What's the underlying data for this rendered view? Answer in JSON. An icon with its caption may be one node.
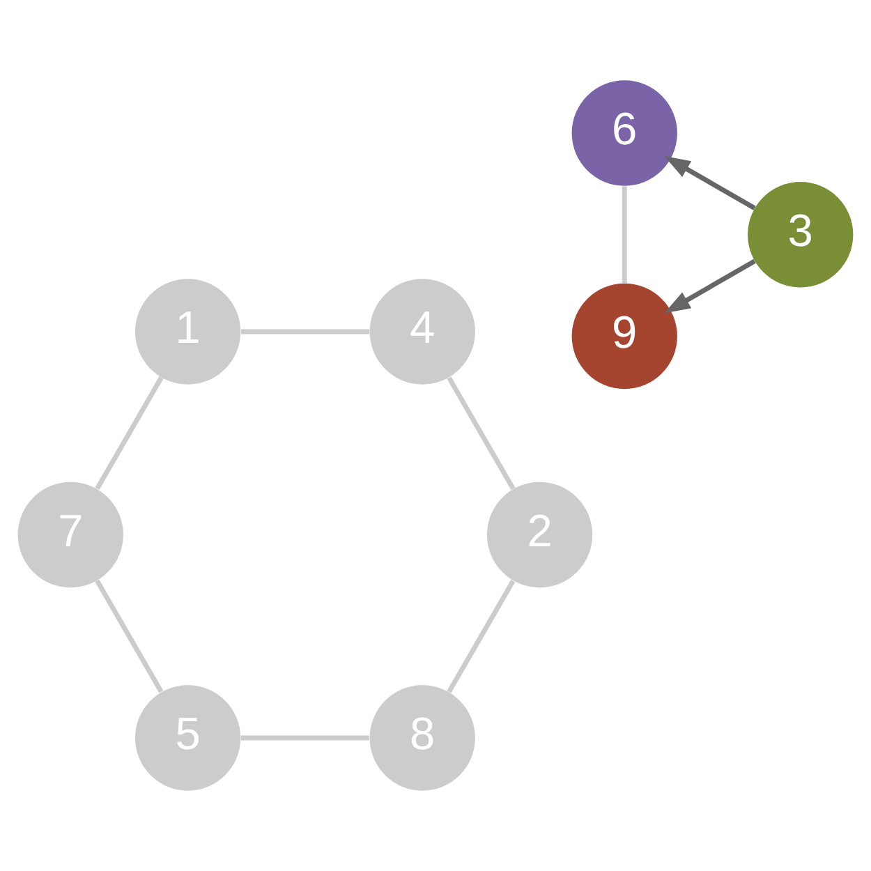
{
  "diagram": {
    "nodes": [
      {
        "text": [
          "9"
        ]
      },
      {
        "text": [
          "8"
        ]
      },
      {
        "text": [
          "1"
        ]
      },
      {
        "text": [
          "7"
        ]
      },
      {
        "text": [
          "2"
        ]
      },
      {
        "text": [
          "6"
        ]
      },
      {
        "text": [
          "3"
        ]
      },
      {
        "text": [
          "5"
        ]
      },
      {
        "text": [
          "4"
        ]
      }
    ],
    "edges": [
      {
        "from": 2,
        "to": 8,
        "arrow": "none"
      },
      {
        "from": 8,
        "to": 4,
        "arrow": "none"
      },
      {
        "from": 4,
        "to": 1,
        "arrow": "none"
      },
      {
        "from": 1,
        "to": 7,
        "arrow": "none"
      },
      {
        "from": 7,
        "to": 3,
        "arrow": "none"
      },
      {
        "from": 3,
        "to": 2,
        "arrow": "none"
      },
      {
        "from": 0,
        "to": 5,
        "arrow": "none"
      },
      {
        "from": 6,
        "to": 0,
        "arrow": "to",
        "color": "#666666"
      },
      {
        "from": 6,
        "to": 5,
        "arrow": "to",
        "color": "#666666"
      }
    ]
  }
}
